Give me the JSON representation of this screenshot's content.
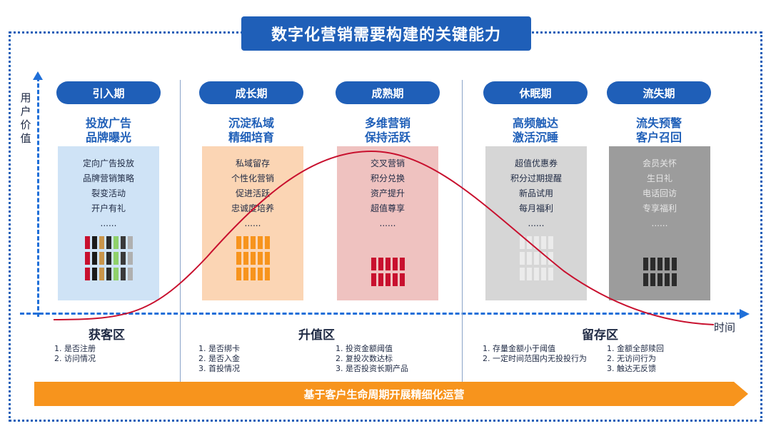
{
  "title": "数字化营销需要构建的关键能力",
  "y_axis_label": "用户价值",
  "x_axis_label": "时间",
  "stages": [
    {
      "pill": "引入期",
      "heading": [
        "投放广告",
        "品牌曝光"
      ],
      "items": [
        "定向广告投放",
        "品牌营销策略",
        "裂变活动",
        "开户有礼",
        "......"
      ],
      "card_color": "#cfe3f6"
    },
    {
      "pill": "成长期",
      "heading": [
        "沉淀私域",
        "精细培育"
      ],
      "items": [
        "私域留存",
        "个性化营销",
        "促进活跃",
        "忠诚度培养",
        "......"
      ],
      "card_color": "#fbd5b4"
    },
    {
      "pill": "成熟期",
      "heading": [
        "多维营销",
        "保持活跃"
      ],
      "items": [
        "交叉营销",
        "积分兑换",
        "资产提升",
        "超值尊享",
        "......"
      ],
      "card_color": "#efc2c0"
    },
    {
      "pill": "休眠期",
      "heading": [
        "高频触达",
        "激活沉睡"
      ],
      "items": [
        "超值优惠券",
        "积分过期提醒",
        "新品试用",
        "每月福利",
        "......"
      ],
      "card_color": "#d6d6d6"
    },
    {
      "pill": "流失期",
      "heading": [
        "流失预警",
        "客户召回"
      ],
      "items": [
        "会员关怀",
        "生日礼",
        "电话回访",
        "专享福利",
        "......"
      ],
      "card_color": "#9c9c9c"
    }
  ],
  "zones": [
    {
      "name": "获客区",
      "lists": [
        [
          "是否注册",
          "访问情况"
        ]
      ]
    },
    {
      "name": "升值区",
      "lists": [
        [
          "是否绑卡",
          "是否入金",
          "首投情况"
        ],
        [
          "投资金额阈值",
          "复投次数达标",
          "是否投资长期产品"
        ]
      ]
    },
    {
      "name": "留存区",
      "lists": [
        [
          "存量金额小于阈值",
          "一定时间范围内无投投行为"
        ],
        [
          "金额全部赎回",
          "无访问行为",
          "触达无反馈"
        ]
      ]
    }
  ],
  "banner": "基于客户生命周期开展精细化运营",
  "colors": {
    "primary": "#1f5fb8",
    "axis": "#1f6fd8",
    "curve": "#c8102e",
    "banner": "#f7941d"
  }
}
